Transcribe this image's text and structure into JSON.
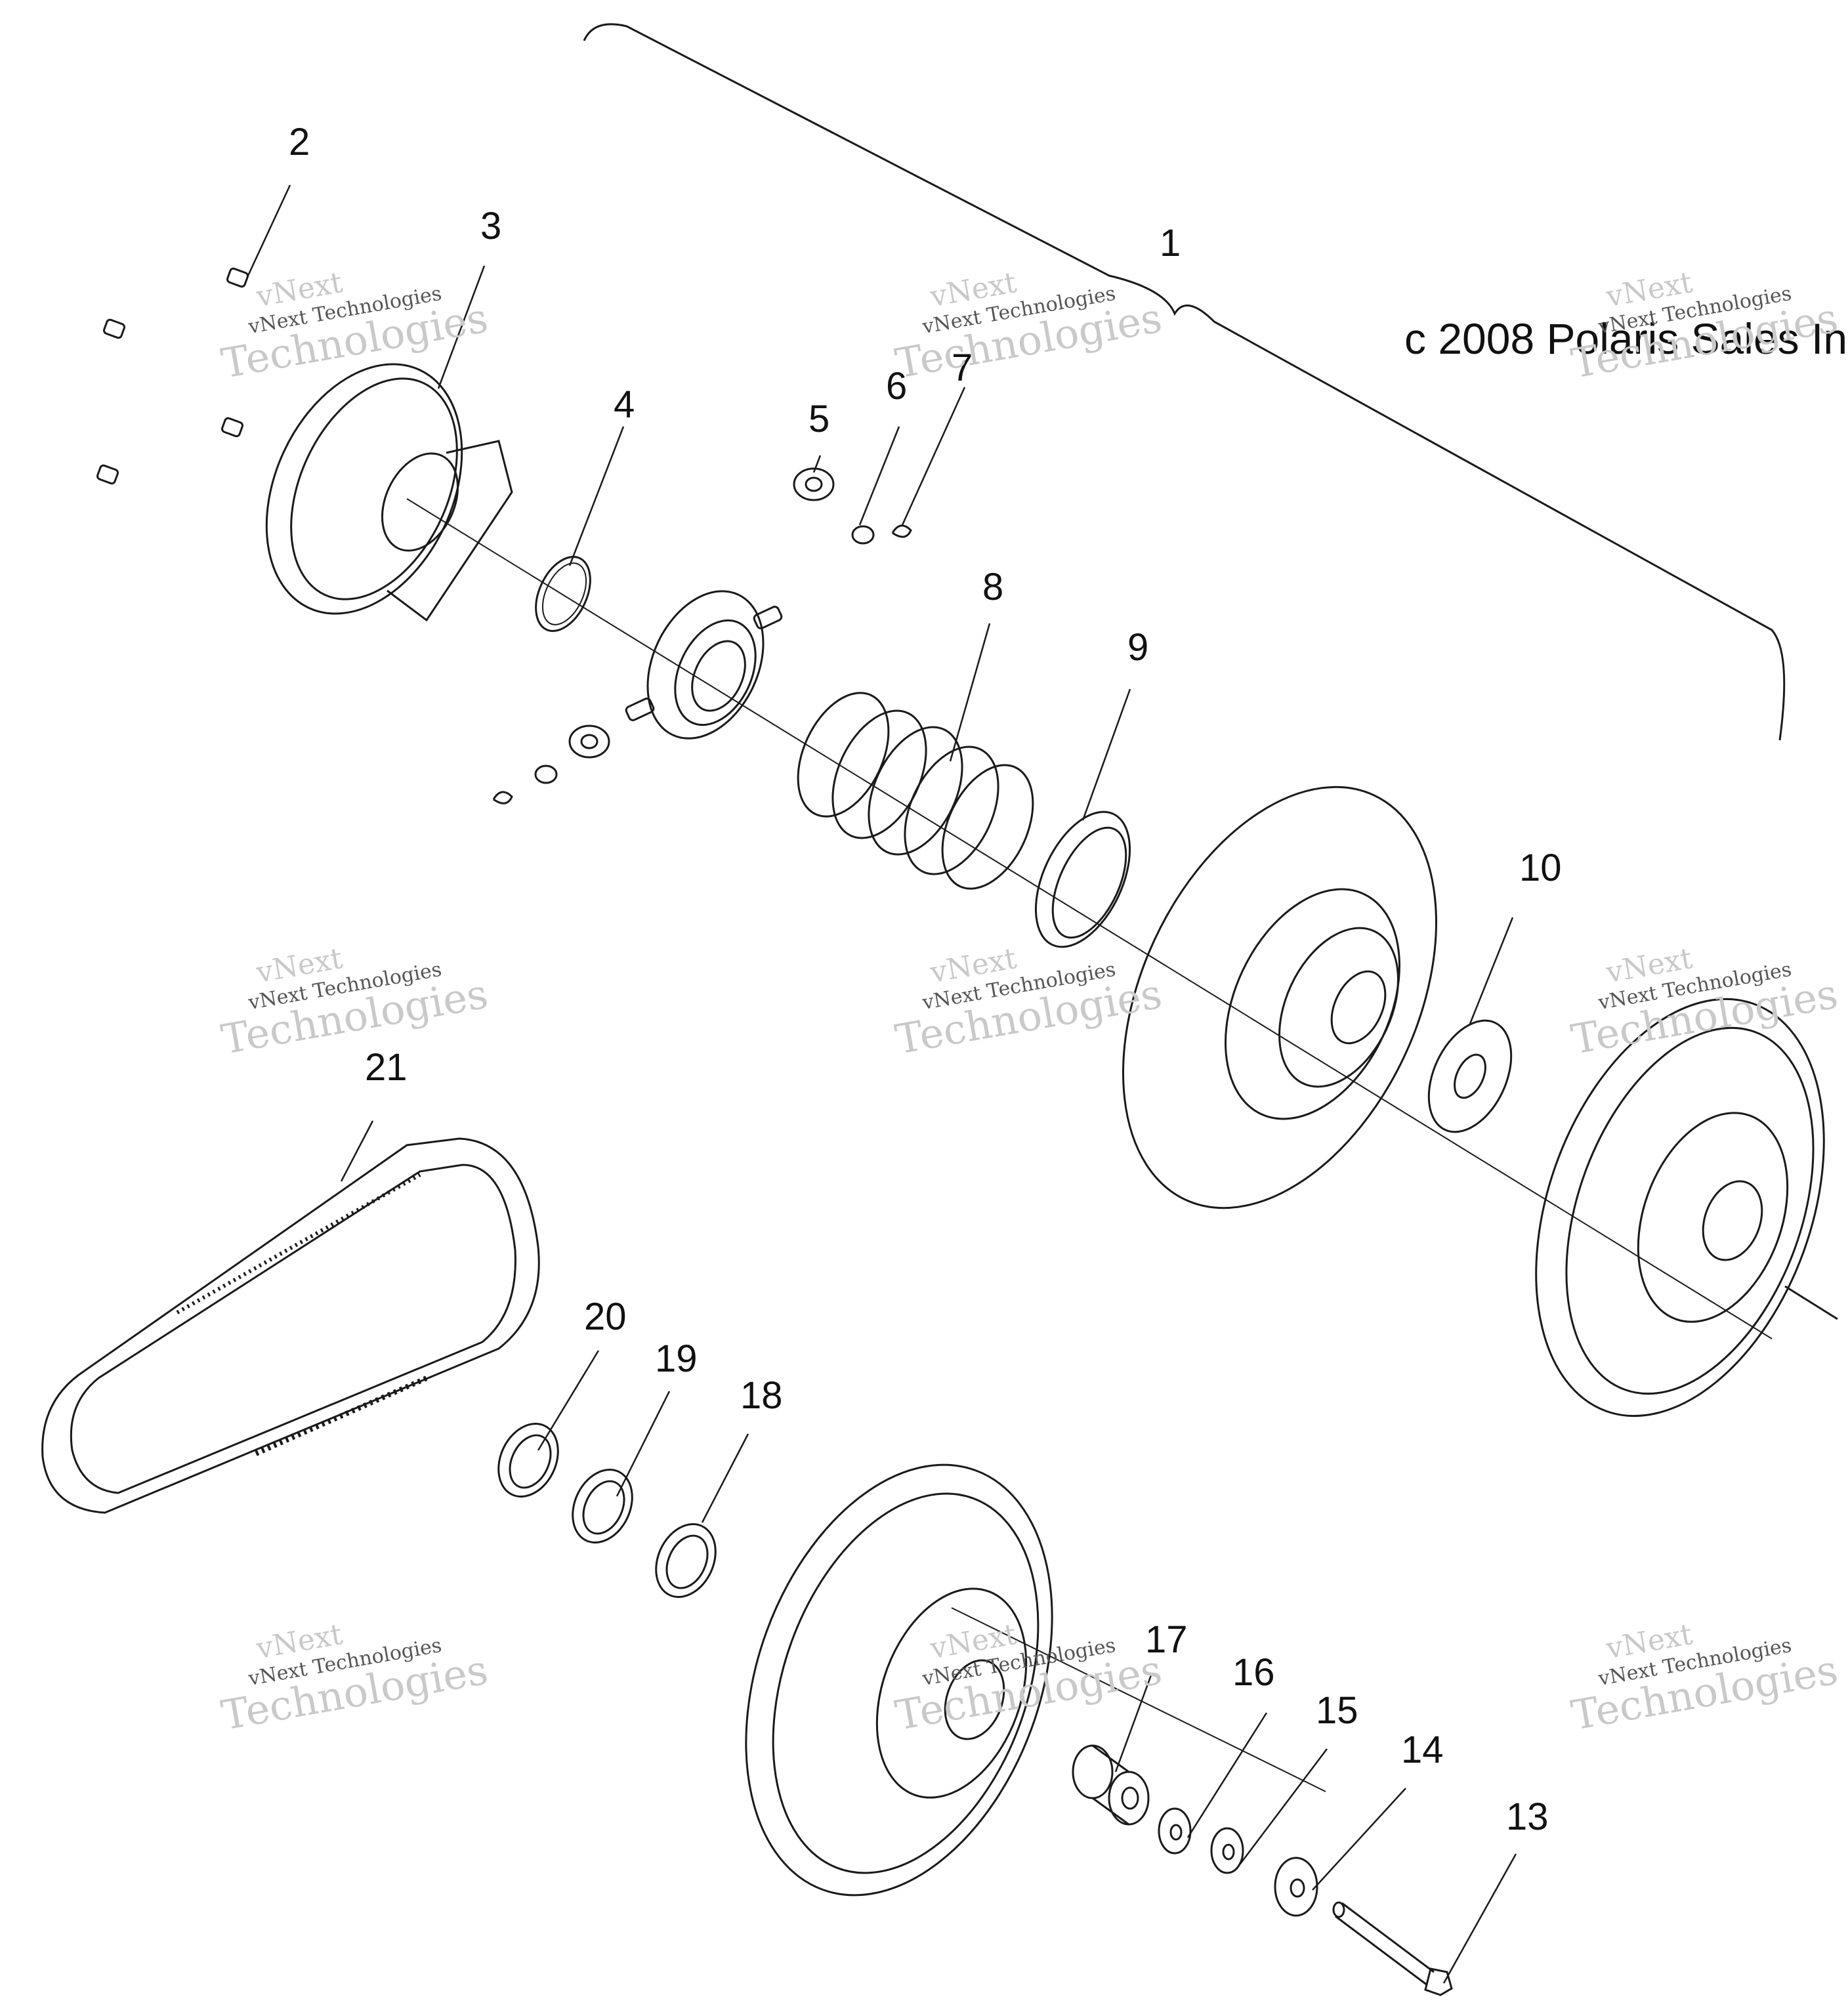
{
  "copyright": "c 2008 Polaris Sales In",
  "watermark": {
    "line1": "vNext",
    "line2": "vNext Technologies",
    "line3": "Technologies"
  },
  "callouts": [
    "1",
    "2",
    "3",
    "4",
    "5",
    "6",
    "7",
    "8",
    "9",
    "10",
    "13",
    "14",
    "15",
    "16",
    "17",
    "18",
    "19",
    "20",
    "21"
  ],
  "colors": {
    "stroke": "#1a1a1a",
    "watermark": "#c9c9c9",
    "background": "#ffffff"
  }
}
